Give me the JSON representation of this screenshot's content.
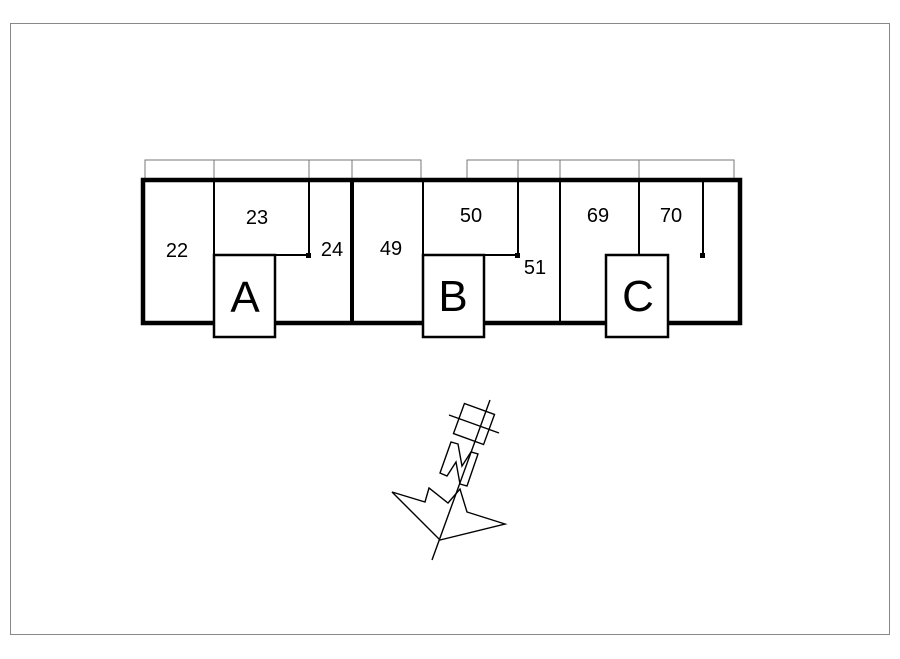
{
  "rooms": [
    {
      "id": "22",
      "label": "22"
    },
    {
      "id": "23",
      "label": "23"
    },
    {
      "id": "24",
      "label": "24"
    },
    {
      "id": "49",
      "label": "49"
    },
    {
      "id": "50",
      "label": "50"
    },
    {
      "id": "51",
      "label": "51"
    },
    {
      "id": "69",
      "label": "69"
    },
    {
      "id": "70",
      "label": "70"
    }
  ],
  "blocks": [
    {
      "id": "A",
      "label": "A"
    },
    {
      "id": "B",
      "label": "B"
    },
    {
      "id": "C",
      "label": "C"
    }
  ],
  "colors": {
    "ink": "#000000",
    "paper": "#ffffff",
    "frame": "#888888",
    "thin_line": "#777777"
  },
  "north_arrow": {
    "icon": "north-arrow-icon"
  }
}
